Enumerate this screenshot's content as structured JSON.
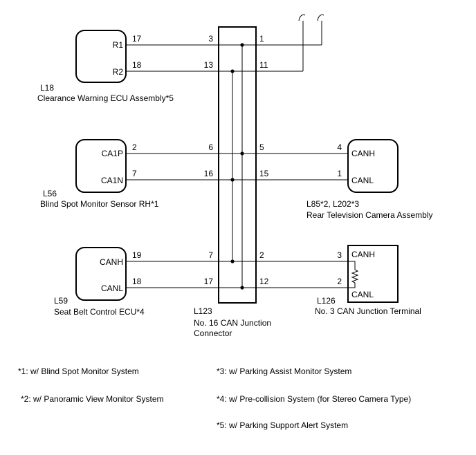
{
  "components": {
    "l18": {
      "code": "L18",
      "name": "Clearance Warning ECU Assembly*5",
      "pins": [
        {
          "label": "R1",
          "pin": "17"
        },
        {
          "label": "R2",
          "pin": "18"
        }
      ]
    },
    "l56": {
      "code": "L56",
      "name": "Blind Spot Monitor Sensor RH*1",
      "pins": [
        {
          "label": "CA1P",
          "pin": "2"
        },
        {
          "label": "CA1N",
          "pin": "7"
        }
      ]
    },
    "l59": {
      "code": "L59",
      "name": "Seat Belt Control ECU*4",
      "pins": [
        {
          "label": "CANH",
          "pin": "19"
        },
        {
          "label": "CANL",
          "pin": "18"
        }
      ]
    },
    "l123": {
      "code": "L123",
      "name_line1": "No. 16 CAN Junction",
      "name_line2": "Connector",
      "left_pins": [
        "3",
        "13",
        "6",
        "16",
        "7",
        "17"
      ],
      "right_pins": [
        "1",
        "11",
        "5",
        "15",
        "2",
        "12"
      ]
    },
    "l85": {
      "code": "L85*2, L202*3",
      "name": "Rear Television Camera Assembly",
      "pins": [
        {
          "label": "CANH",
          "pin": "4"
        },
        {
          "label": "CANL",
          "pin": "1"
        }
      ]
    },
    "l126": {
      "code": "L126",
      "name": "No. 3 CAN Junction Terminal",
      "pins": [
        {
          "label": "CANH",
          "pin": "3"
        },
        {
          "label": "CANL",
          "pin": "2"
        }
      ]
    }
  },
  "footnotes": [
    "*1: w/ Blind Spot Monitor System",
    "*2: w/ Panoramic View Monitor System",
    "*3: w/ Parking Assist Monitor System",
    "*4: w/ Pre-collision System (for Stereo Camera Type)",
    "*5: w/ Parking Support Alert System"
  ]
}
